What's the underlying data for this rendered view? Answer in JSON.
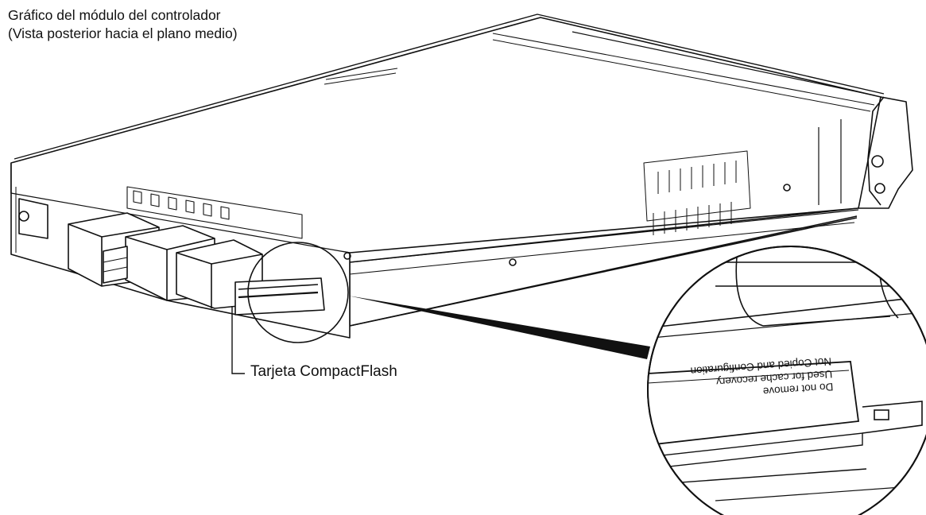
{
  "diagram": {
    "title_line1": "Gráfico del módulo del controlador",
    "title_line2": "(Vista posterior hacia el plano medio)",
    "callout_label": "Tarjeta CompactFlash",
    "card_label_line1": "Do not remove",
    "card_label_line2": "Used for cache recovery",
    "card_label_line3": "Not Copied and Configuration"
  }
}
